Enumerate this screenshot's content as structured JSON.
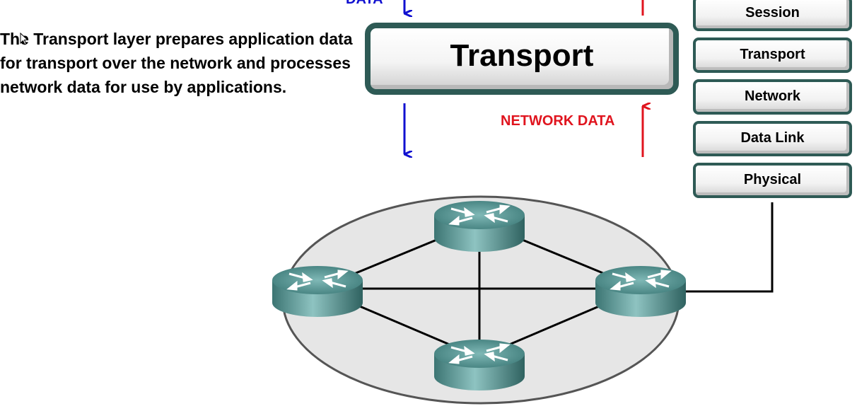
{
  "description": "The Transport layer prepares application data for transport over the network and processes network data for use by applications.",
  "labels": {
    "data": "DATA",
    "network_data": "NETWORK DATA",
    "transport": "Transport"
  },
  "layers": [
    {
      "label": "Session"
    },
    {
      "label": "Transport"
    },
    {
      "label": "Network"
    },
    {
      "label": "Data Link"
    },
    {
      "label": "Physical"
    }
  ],
  "colors": {
    "down_arrow": "#1010d0",
    "up_arrow": "#e0141e",
    "border": "#2e5a55",
    "router": "#4d8e8c"
  },
  "icons": {
    "router": "router-icon",
    "cursor": "mouse-cursor-icon"
  }
}
